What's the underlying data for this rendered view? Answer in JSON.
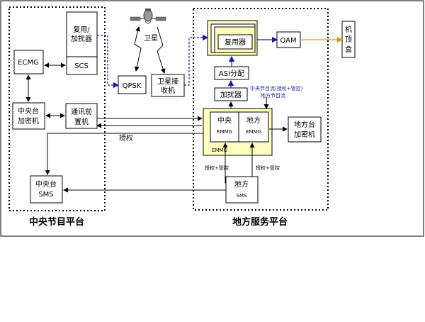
{
  "platforms": {
    "central_title": "中央节目平台",
    "local_title": "地方服务平台"
  },
  "boxes": {
    "mux_scrambler": [
      "复用/",
      "加扰器"
    ],
    "scs": "SCS",
    "ecmg": "ECMG",
    "central_encryptor": [
      "中央台",
      "加密机"
    ],
    "comm_frontend": [
      "通讯前",
      "置机"
    ],
    "central_sms": [
      "中央台",
      "SMS"
    ],
    "satellite": "卫星",
    "qpsk": "QPSK",
    "sat_receiver": [
      "卫星接",
      "收机"
    ],
    "multiplexer": "复用器",
    "qam": "QAM",
    "settop_box": [
      "机",
      "顶",
      "盒"
    ],
    "asi_split": "ASI分配",
    "scrambler": "加扰器",
    "central_emmg": [
      "中央",
      "EMMG"
    ],
    "local_emmg": [
      "地方",
      "EMMG"
    ],
    "emmg_group": "EMMG",
    "local_encryptor": [
      "地方台",
      "加密机"
    ],
    "local_sms": [
      "地方",
      "SMS"
    ]
  },
  "annotations": {
    "central_program": "中央节目流(授权+管控)",
    "local_program": "地方节目流",
    "authorize": "授权",
    "auth_ctrl_left": "授权+管控",
    "auth_ctrl_right": "授权+管控"
  },
  "colors": {
    "blue_line": "#1a1aa0",
    "orange_line": "#e8941a",
    "yellow_fill": "#ffffc0",
    "frame": "#000000"
  }
}
